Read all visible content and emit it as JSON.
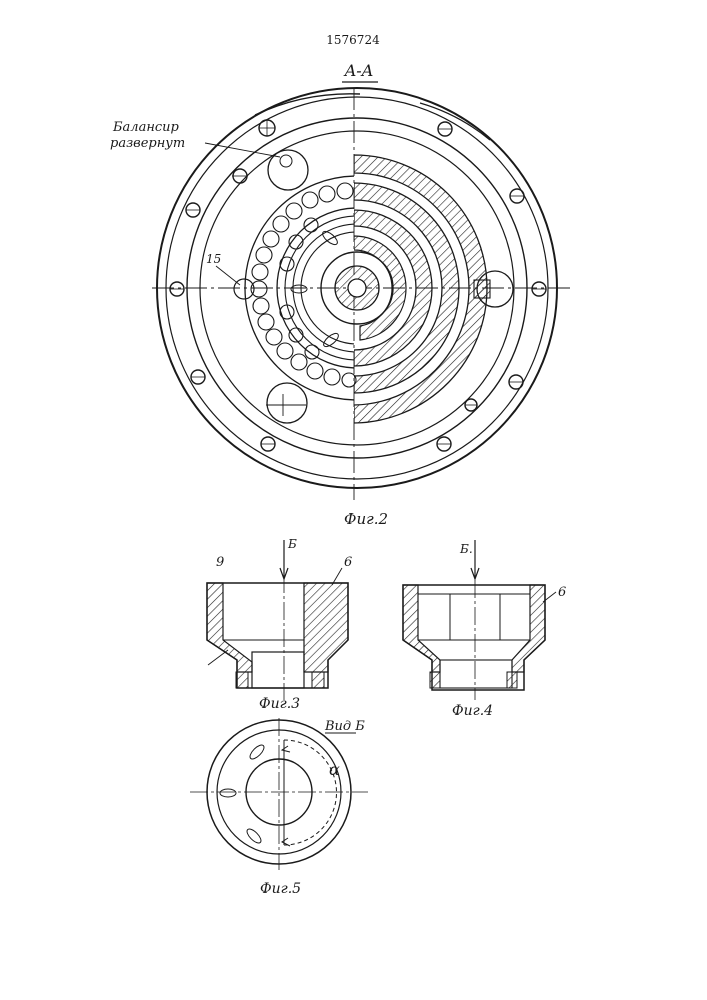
{
  "patent_number": "1576724",
  "figure2": {
    "section_label": "A-A",
    "callout_line1": "Балансир",
    "callout_line2": "развернут",
    "part_number": "15",
    "caption": "Фиг.2"
  },
  "figure3": {
    "part_left": "9",
    "view_arrow": "Б",
    "part_right": "6",
    "caption": "Фиг.3"
  },
  "figure4": {
    "view_arrow": "Б.",
    "part_right": "6",
    "caption": "Фиг.4"
  },
  "figure5": {
    "view_title": "Вид Б",
    "angle_label": "α",
    "caption": "Фиг.5"
  }
}
